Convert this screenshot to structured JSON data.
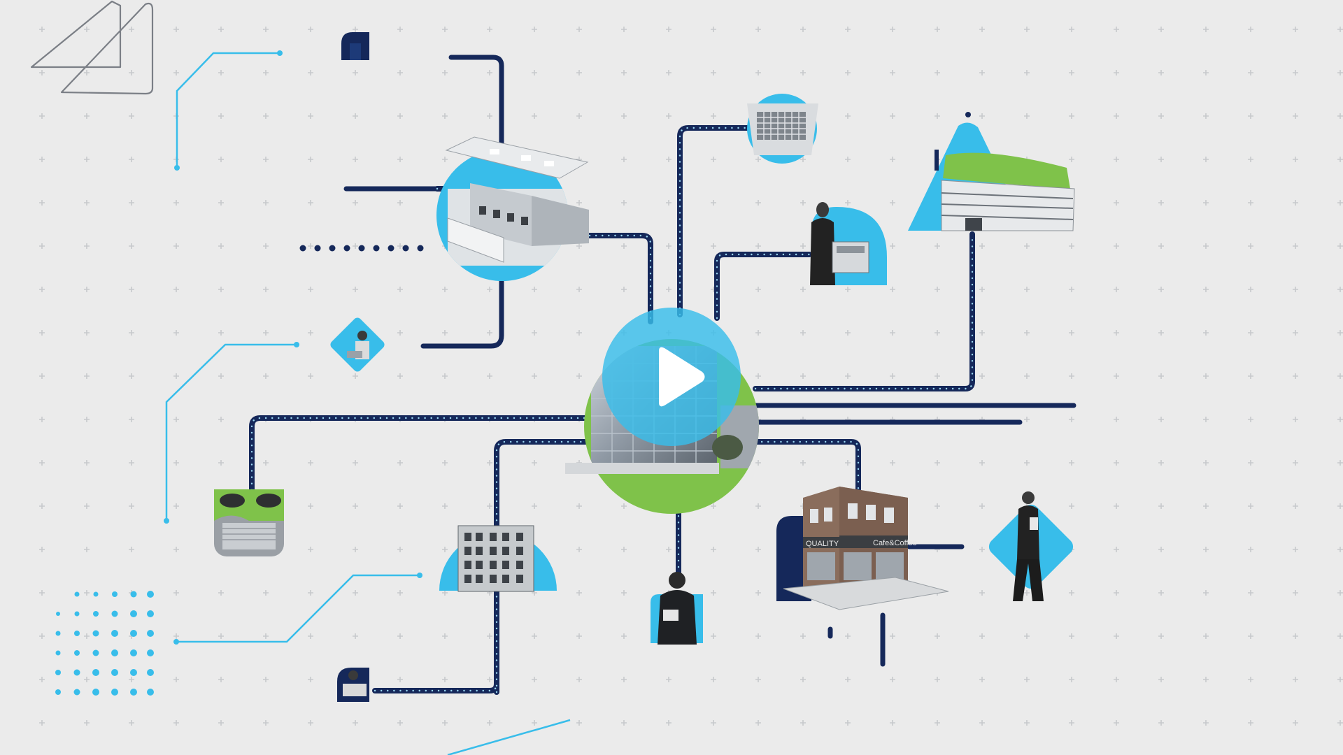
{
  "video": {
    "play_button_label": "Play video",
    "accent_color": "#38bdea",
    "primary_color": "#15285a",
    "secondary_color": "#7fc24a"
  },
  "scene": {
    "shop_sign_left": "QUALITY",
    "shop_sign_right": "Cafe&Coffee",
    "icons": [
      "office-interior-icon",
      "laptop-keyboard-icon",
      "woman-copier-icon",
      "hotel-building-icon",
      "person-laptop-icon",
      "typing-hands-icon",
      "apartment-building-icon",
      "businessman-tablet-icon",
      "cafe-storefront-icon",
      "woman-phone-icon",
      "worker-desk-icon",
      "headquarters-building-icon",
      "network-line-icon",
      "dot-grid-icon"
    ]
  }
}
